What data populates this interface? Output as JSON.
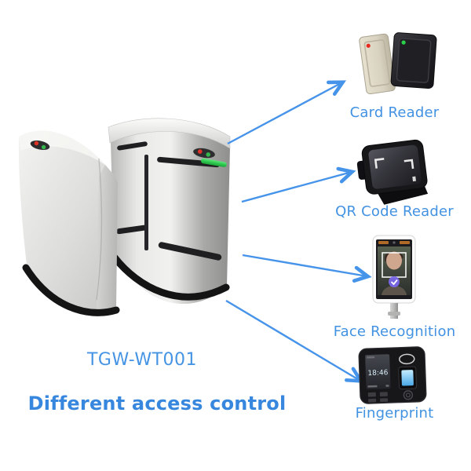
{
  "product": {
    "model": "TGW-WT001",
    "tagline": "Different access control"
  },
  "colors": {
    "accent_blue": "#4292e2",
    "arrow_blue": "#4693ea",
    "turnstile_led_green": "#2ec94e",
    "indicator_red": "#e03226",
    "indicator_green": "#34b44a",
    "fingerprint_sensor_blue": "#5bb8f5",
    "card_reader_beige": "#d8d2c0",
    "device_black": "#1a1a1e"
  },
  "access_methods": [
    {
      "id": "card-reader",
      "label": "Card Reader"
    },
    {
      "id": "qr-code-reader",
      "label": "QR Code Reader"
    },
    {
      "id": "face-recognition",
      "label": "Face Recognition"
    },
    {
      "id": "fingerprint",
      "label": "Fingerprint"
    }
  ],
  "fingerprint_device": {
    "screen_time": "18:46"
  }
}
